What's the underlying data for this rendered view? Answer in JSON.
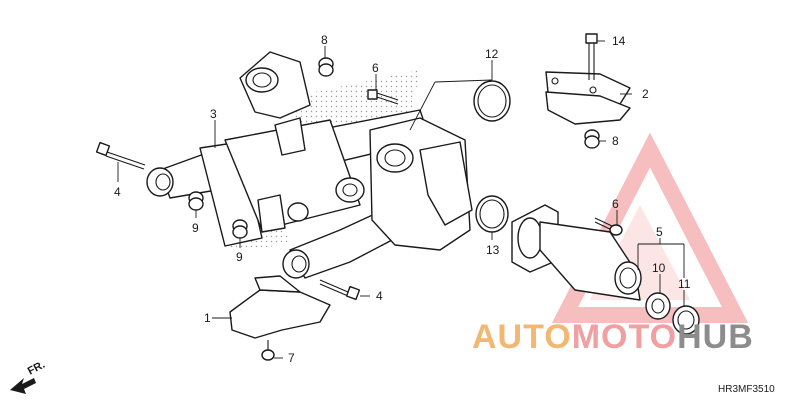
{
  "diagram": {
    "callouts": [
      "14",
      "8",
      "6",
      "12",
      "2",
      "3",
      "4",
      "9",
      "8",
      "6",
      "9",
      "5",
      "13",
      "10",
      "11",
      "4",
      "1",
      "7"
    ],
    "figure_code": "HR3MF3510",
    "direction_label": "FR."
  },
  "watermark": {
    "part1": "AUTO",
    "part2": "MOTO",
    "part3": "HUB",
    "colors": {
      "orange": "#f2b873",
      "red": "#f0a0a0",
      "gray": "#8c8c8c"
    }
  }
}
